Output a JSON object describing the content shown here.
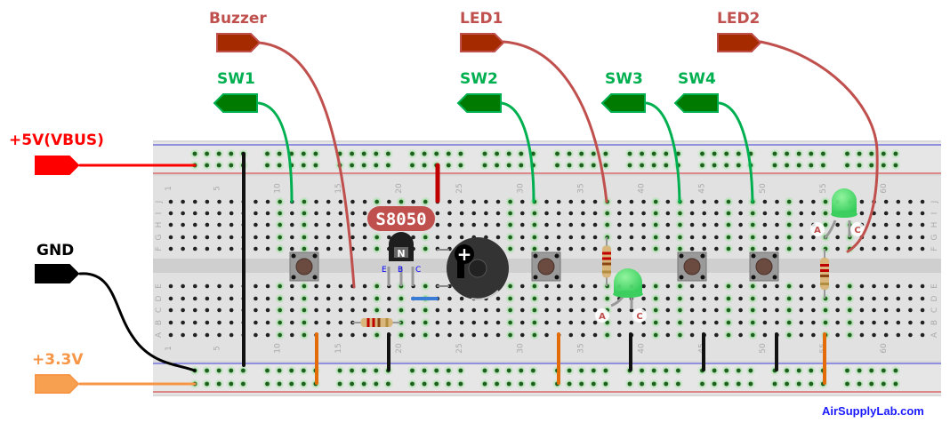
{
  "connectors": {
    "buzzer": {
      "label": "Buzzer",
      "color": "#c0504d",
      "fill": "#a52a00",
      "direction": "right"
    },
    "sw1": {
      "label": "SW1",
      "color": "#00b050",
      "fill": "#007a00",
      "direction": "left"
    },
    "led1": {
      "label": "LED1",
      "color": "#c0504d",
      "fill": "#a52a00",
      "direction": "right"
    },
    "sw2": {
      "label": "SW2",
      "color": "#00b050",
      "fill": "#007a00",
      "direction": "left"
    },
    "sw3": {
      "label": "SW3",
      "color": "#00b050",
      "fill": "#007a00",
      "direction": "left"
    },
    "sw4": {
      "label": "SW4",
      "color": "#00b050",
      "fill": "#007a00",
      "direction": "left"
    },
    "led2": {
      "label": "LED2",
      "color": "#c0504d",
      "fill": "#a52a00",
      "direction": "right"
    },
    "vbus": {
      "label": "+5V(VBUS)",
      "color": "#ff0000",
      "fill": "#ff0000",
      "direction": "right"
    },
    "gnd": {
      "label": "GND",
      "color": "#000000",
      "fill": "#000000",
      "direction": "right"
    },
    "v33": {
      "label": "+3.3V",
      "color": "#f79646",
      "fill": "#f7a050",
      "direction": "right"
    }
  },
  "breadboard": {
    "columns": 63,
    "column_labels": [
      "1",
      "5",
      "10",
      "15",
      "20",
      "25",
      "30",
      "35",
      "40",
      "45",
      "50",
      "55",
      "60"
    ],
    "top_rows": [
      "J",
      "I",
      "H",
      "G",
      "F"
    ],
    "bottom_rows": [
      "E",
      "D",
      "C",
      "B",
      "A"
    ]
  },
  "components": {
    "transistor": {
      "part": "S8050",
      "type_mark": "N",
      "pins": [
        "E",
        "B",
        "C"
      ]
    },
    "buzzer_symbol": "+",
    "led1": {
      "pins": [
        "A",
        "C"
      ]
    },
    "led2": {
      "pins": [
        "A",
        "C"
      ]
    }
  },
  "credit": "AirSupplyLab.com"
}
